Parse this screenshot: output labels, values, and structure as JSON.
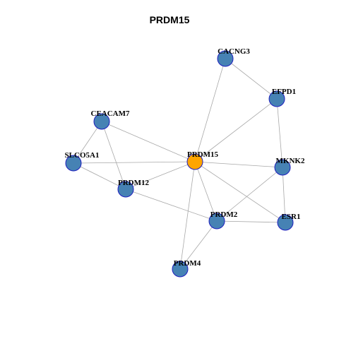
{
  "title": "PRDM15",
  "colors": {
    "node_fill": "#4682b4",
    "center_fill": "#ffa500",
    "node_stroke": "#1f1fbf",
    "edge": "#a8a8a8"
  },
  "nodes": [
    {
      "id": "PRDM15",
      "label": "PRDM15",
      "center": true
    },
    {
      "id": "CACNG3",
      "label": "CACNG3"
    },
    {
      "id": "EFPD1",
      "label": "EFPD1"
    },
    {
      "id": "CEACAM7",
      "label": "CEACAM7"
    },
    {
      "id": "SLCO5A1",
      "label": "SLCO5A1"
    },
    {
      "id": "MKNK2",
      "label": "MKNK2"
    },
    {
      "id": "PRDM12",
      "label": "PRDM12"
    },
    {
      "id": "PRDM2",
      "label": "PRDM2"
    },
    {
      "id": "ESR1",
      "label": "ESR1"
    },
    {
      "id": "PRDM4",
      "label": "PRDM4"
    }
  ],
  "edges": [
    [
      "PRDM15",
      "CACNG3"
    ],
    [
      "PRDM15",
      "EFPD1"
    ],
    [
      "PRDM15",
      "CEACAM7"
    ],
    [
      "PRDM15",
      "SLCO5A1"
    ],
    [
      "PRDM15",
      "MKNK2"
    ],
    [
      "PRDM15",
      "PRDM12"
    ],
    [
      "PRDM15",
      "PRDM2"
    ],
    [
      "PRDM15",
      "ESR1"
    ],
    [
      "PRDM15",
      "PRDM4"
    ],
    [
      "CACNG3",
      "EFPD1"
    ],
    [
      "EFPD1",
      "MKNK2"
    ],
    [
      "CEACAM7",
      "SLCO5A1"
    ],
    [
      "CEACAM7",
      "PRDM12"
    ],
    [
      "SLCO5A1",
      "PRDM12"
    ],
    [
      "PRDM12",
      "PRDM2"
    ],
    [
      "MKNK2",
      "PRDM2"
    ],
    [
      "MKNK2",
      "ESR1"
    ],
    [
      "PRDM2",
      "ESR1"
    ],
    [
      "PRDM2",
      "PRDM4"
    ]
  ]
}
